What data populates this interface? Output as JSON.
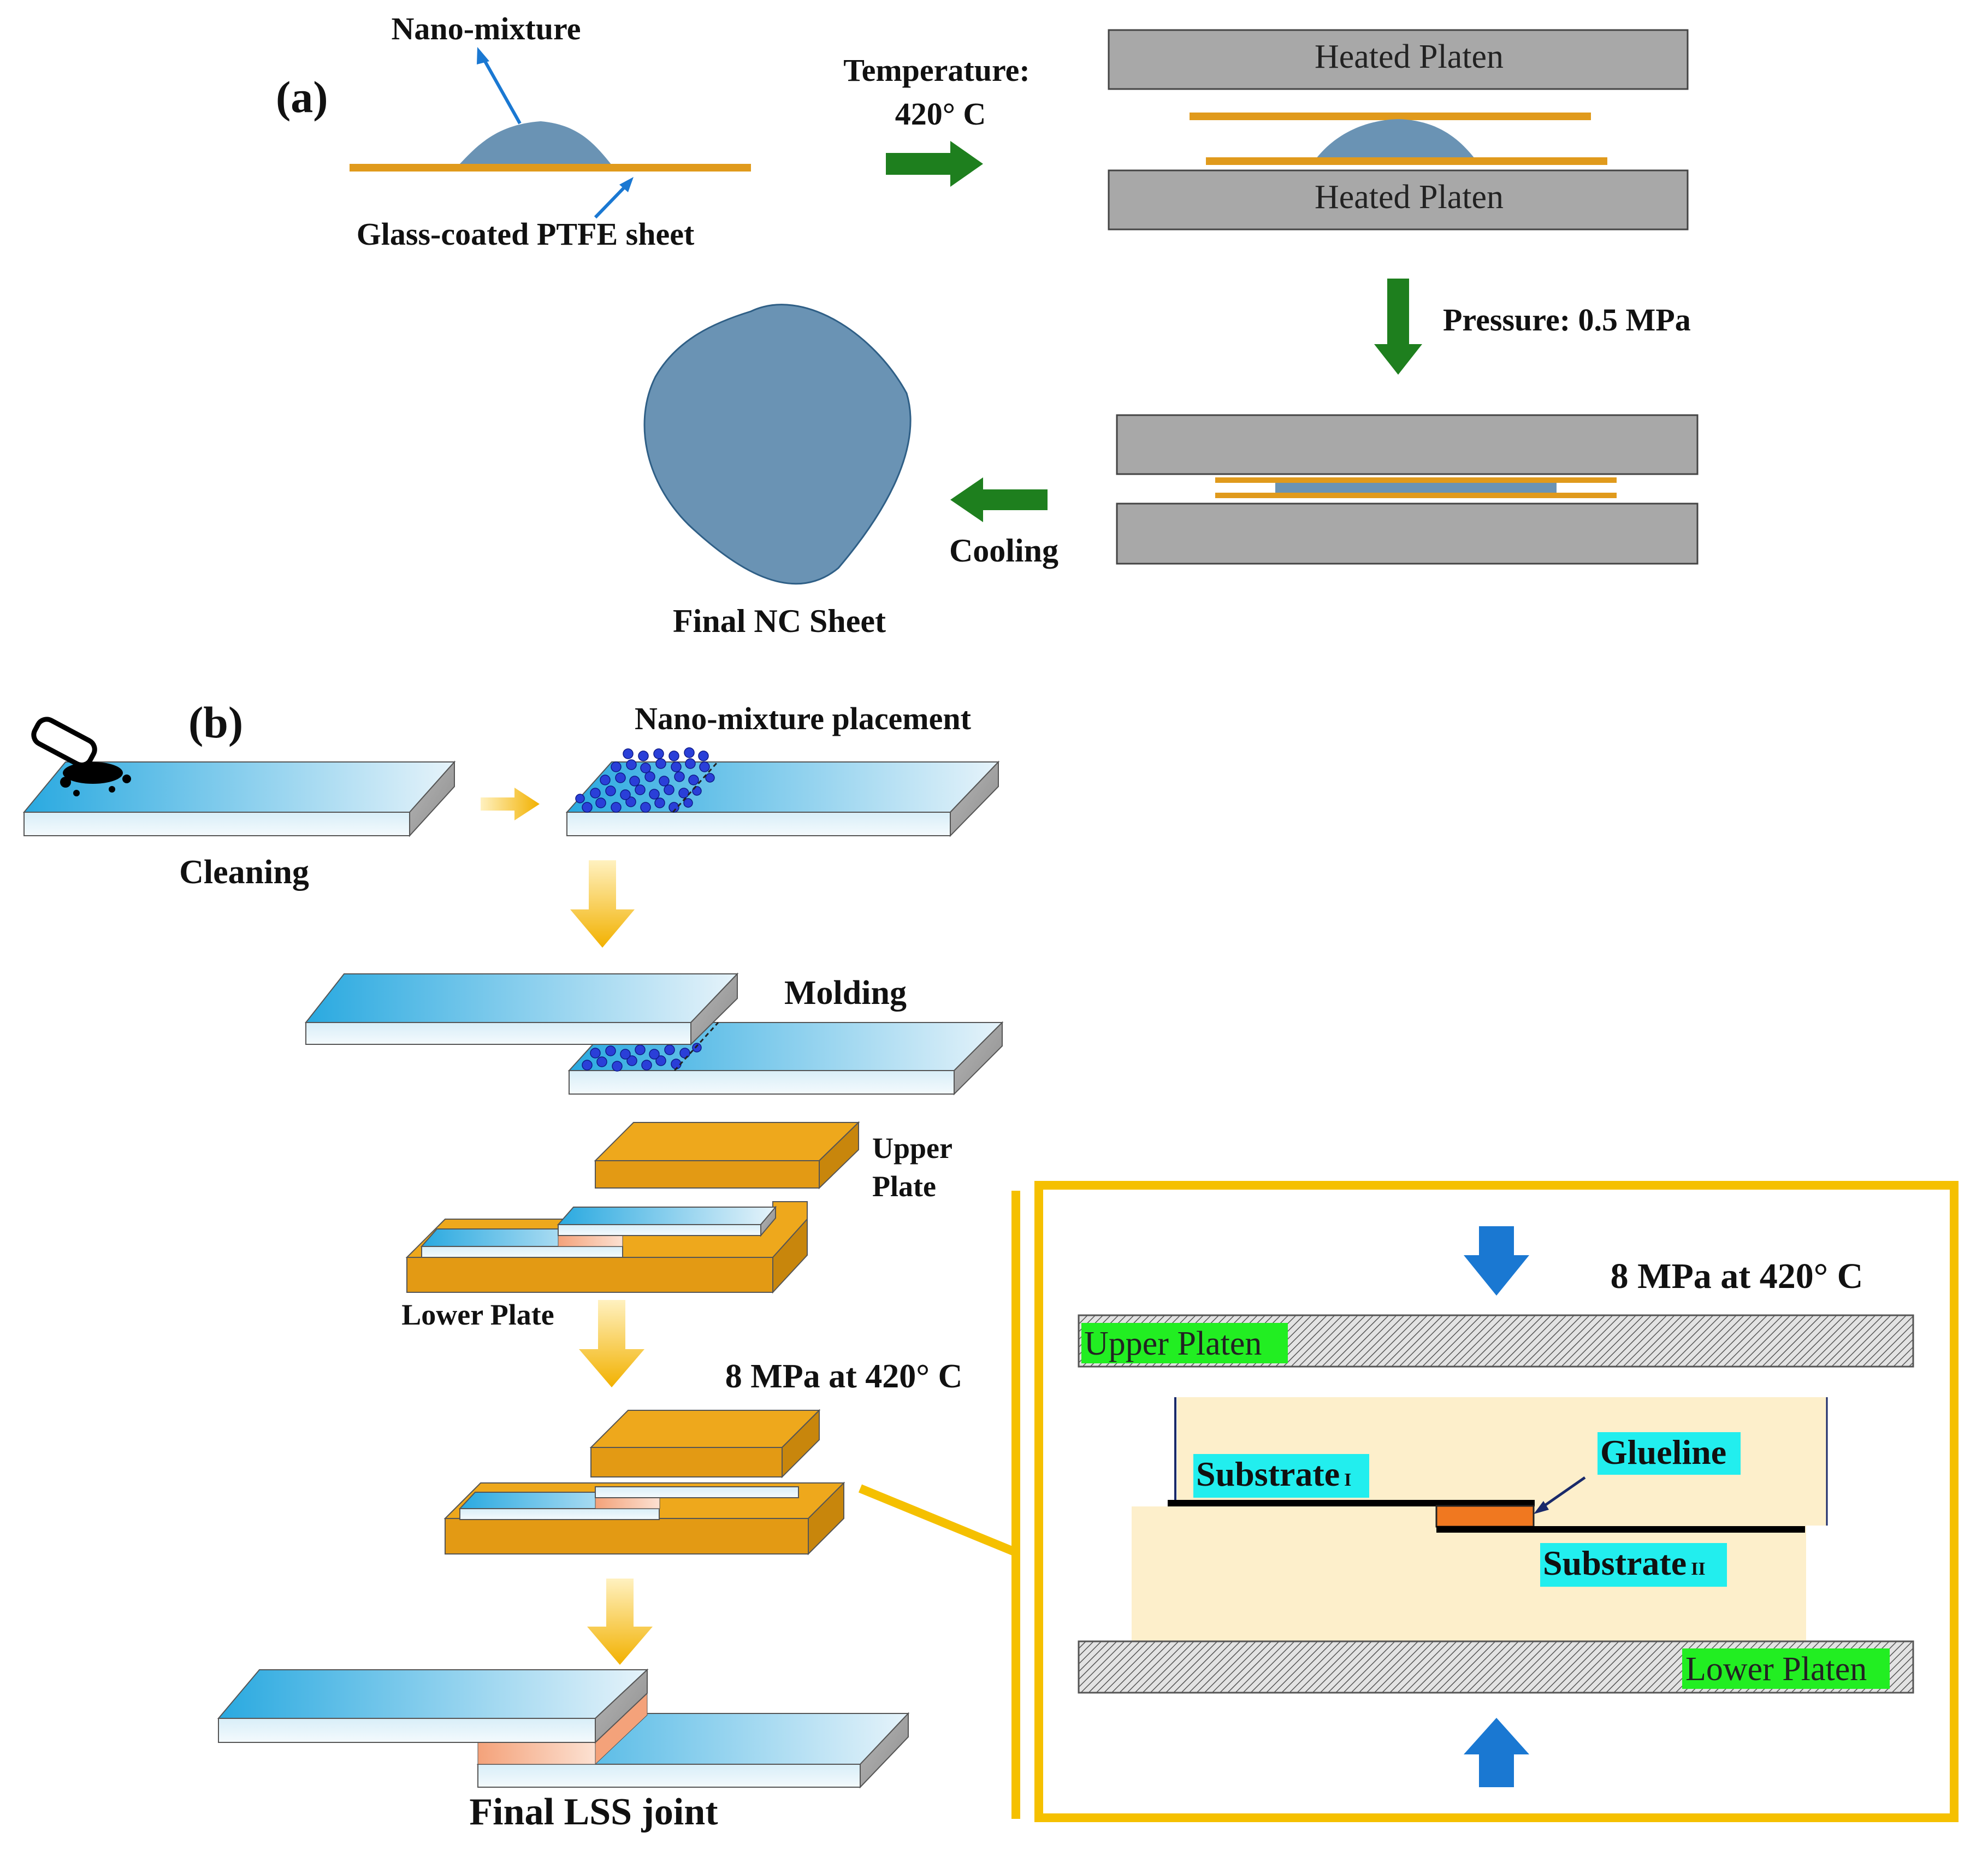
{
  "panel_a": {
    "label": "(a)",
    "nano_mixture": "Nano-mixture",
    "ptfe_sheet": "Glass-coated PTFE sheet",
    "temperature_line1": "Temperature:",
    "temperature_line2": "420° C",
    "heated_platen_top": "Heated Platen",
    "heated_platen_bottom": "Heated Platen",
    "pressure": "Pressure: 0.5 MPa",
    "cooling": "Cooling",
    "final_sheet": "Final NC Sheet"
  },
  "panel_b": {
    "label": "(b)",
    "cleaning": "Cleaning",
    "placement": "Nano-mixture placement",
    "molding": "Molding",
    "upper_plate_1": "Upper",
    "upper_plate_2": "Plate",
    "lower_plate": "Lower Plate",
    "press_condition": "8 MPa at 420° C",
    "final_joint": "Final LSS joint"
  },
  "inset": {
    "press_condition": "8 MPa at 420° C",
    "upper_platen": "Upper Platen",
    "lower_platen": "Lower Platen",
    "substrate_1": "Substrate",
    "substrate_1_sub": "I",
    "substrate_2": "Substrate",
    "substrate_2_sub": "II",
    "glueline": "Glueline"
  },
  "colors": {
    "ptfe": "#E09A1C",
    "nano": "#6A93B4",
    "platen": "#A8A8A8",
    "process_arrow": "#1E7F1E",
    "flow_arrow": "#F5B800",
    "inset_frame": "#F5C000",
    "label_green": "#22EE22",
    "label_cyan": "#22EEEE",
    "substrate_fill": "#FDEFCB",
    "glue": "#F07820",
    "press_arrow": "#1A78D2"
  }
}
